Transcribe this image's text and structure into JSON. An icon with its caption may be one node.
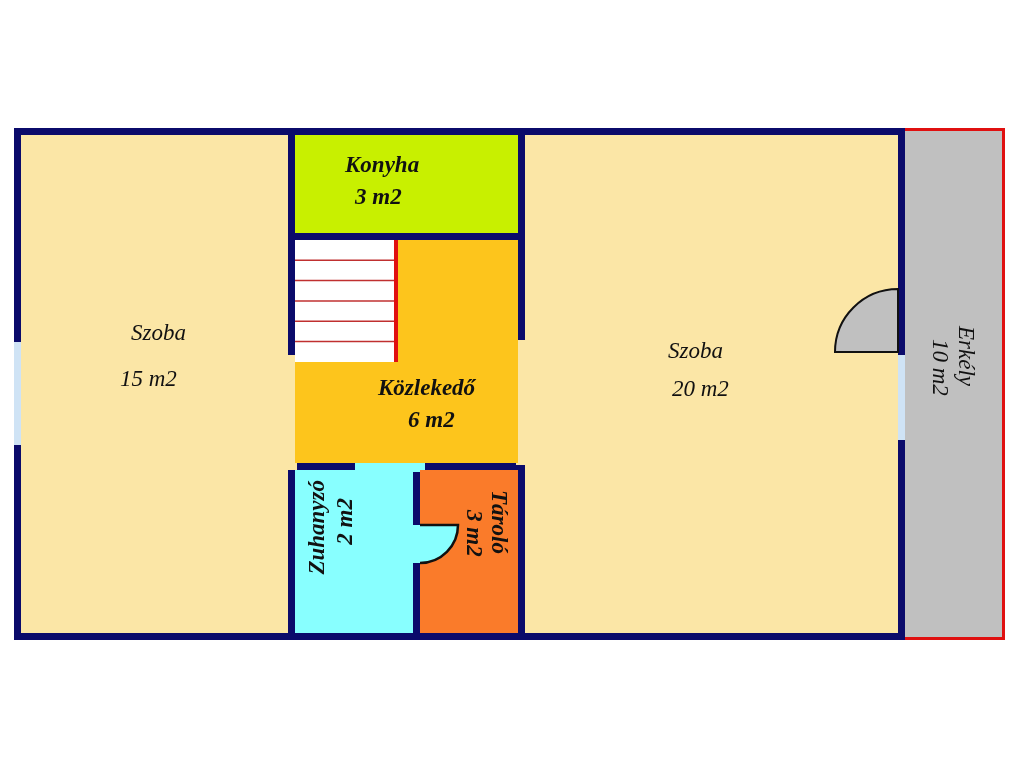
{
  "diagram": {
    "nodes": [
      {
        "text": [
          "Szoba",
          "15 m2"
        ]
      },
      {
        "text": [
          "Konyha",
          "3 m2"
        ]
      },
      {
        "text": [
          "Közlekedő",
          "6 m2"
        ]
      },
      {
        "text": [
          "Zuhanyzó",
          "2 m2"
        ]
      },
      {
        "text": [
          "Tároló",
          "3 m2"
        ]
      },
      {
        "text": [
          "Szoba",
          "20 m2"
        ]
      },
      {
        "text": [
          "Erkély",
          "10 m2"
        ]
      }
    ]
  }
}
